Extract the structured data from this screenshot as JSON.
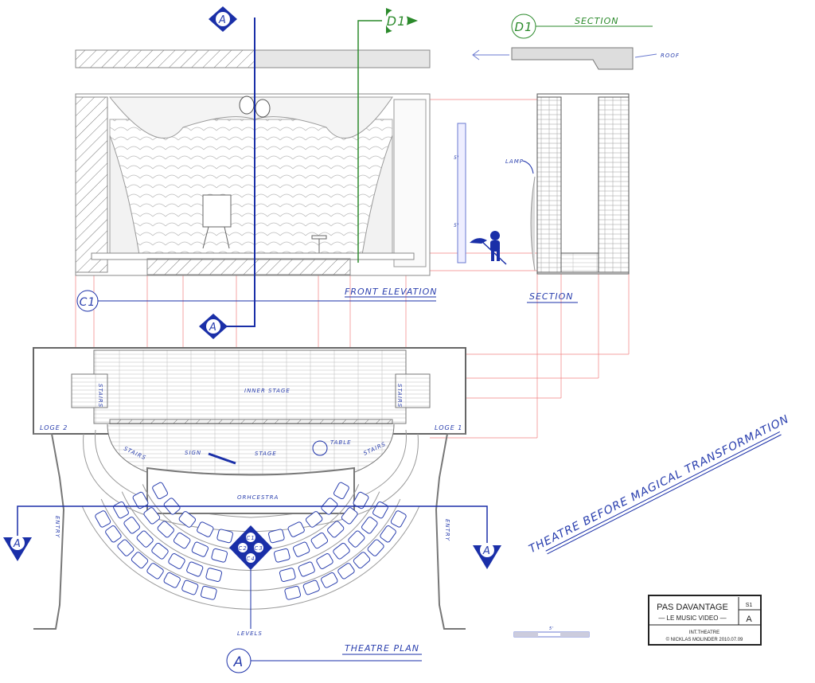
{
  "markers": {
    "section_a": "A",
    "detail_d1": "D1",
    "elevation_c1": "C1",
    "levels": [
      "C1",
      "C2",
      "C3",
      "C4"
    ]
  },
  "section_title": {
    "id": "D1",
    "label": "SECTION"
  },
  "labels": {
    "roof": "ROOF",
    "lamp": "LAMP",
    "front_elevation": "FRONT ELEVATION",
    "section": "SECTION",
    "inner_stage": "INNER STAGE",
    "stairs": "STAIRS",
    "loge_2": "LOGE 2",
    "loge_1": "LOGE 1",
    "sign": "SIGN",
    "stage": "STAGE",
    "table": "TABLE",
    "orchestra": "ORHCESTRA",
    "entry": "ENTRY",
    "levels": "LEVELS",
    "theatre_plan": "THEATRE PLAN",
    "dimension": "5'"
  },
  "headline": "THEATRE BEFORE MAGICAL TRANSFORMATION",
  "title_block": {
    "project": "PAS DAVANTAGE",
    "subtitle": "— LE MUSIC VIDEO —",
    "sheet": "S1",
    "revision": "A",
    "scene": "INT.THEATRE",
    "credit": "© NICKLAS MOLINDER 2010.07.09"
  },
  "colors": {
    "blue": "#1a2fa8",
    "green": "#2b8a2b",
    "red": "#f08080",
    "line": "#8a8a8a"
  }
}
